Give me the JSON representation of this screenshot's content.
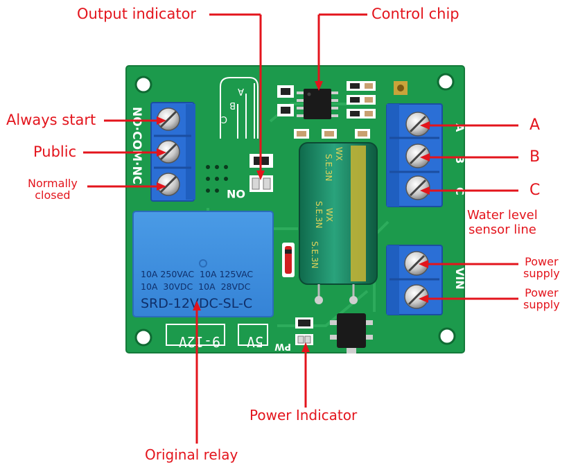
{
  "colors": {
    "annotation": "#e3141c",
    "board": "#1c9a4c",
    "terminal": "#2b6fd6",
    "relay": "#3f8fe0",
    "capacitor": "#1f8a6a"
  },
  "labels": {
    "output_indicator": "Output indicator",
    "control_chip": "Control chip",
    "always_start": "Always start",
    "public": "Public",
    "normally_closed_1": "Normally",
    "normally_closed_2": "closed",
    "a": "A",
    "b": "B",
    "c": "C",
    "water_level_1": "Water level",
    "water_level_2": "sensor line",
    "power_supply_1a": "Power",
    "power_supply_1b": "supply",
    "power_supply_2a": "Power",
    "power_supply_2b": "supply",
    "power_indicator": "Power Indicator",
    "original_relay": "Original relay"
  },
  "silkscreen": {
    "no_com_nc": "NO·COM·NC",
    "abc_top": "A",
    "abc_mid": "B",
    "abc_bot": "C",
    "on": "ON",
    "pw": "PW",
    "vin": "VIN",
    "right_a": "A",
    "right_b": "B",
    "right_c": "C",
    "volt_9_12": "9-12V",
    "volt_5": "5V"
  },
  "relay_text": {
    "line1": "10A 250VAC  10A 125VAC",
    "line2": "10A  30VDC  10A  28VDC",
    "line3": "SRD-12VDC-SL-C"
  },
  "capacitor_text": {
    "brand": "S.E.3N",
    "mark": "WX"
  }
}
